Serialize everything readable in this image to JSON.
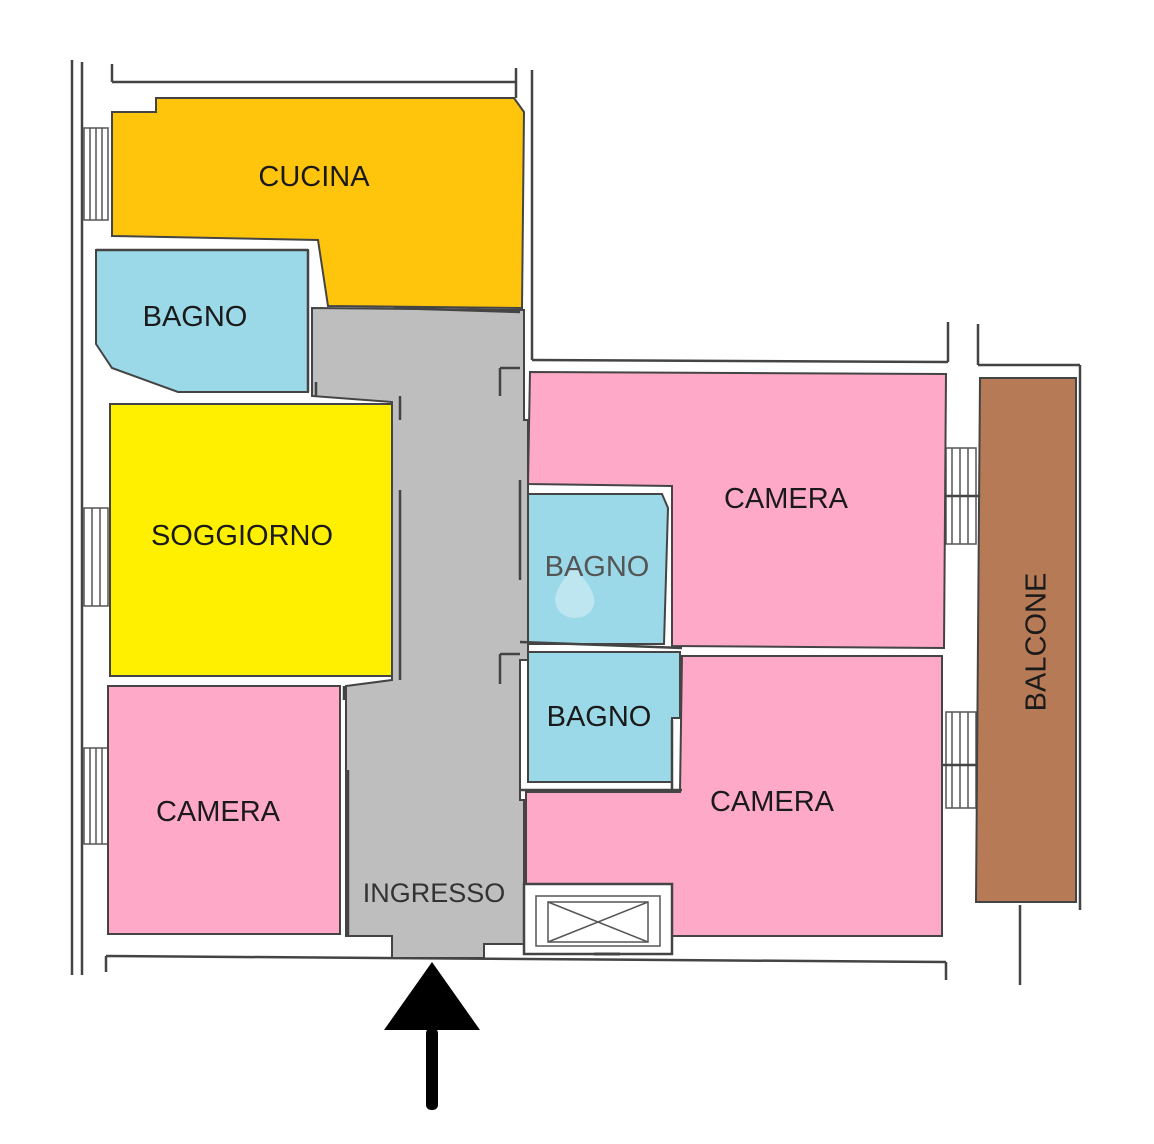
{
  "colors": {
    "cucina": "#FFC50D",
    "bagno": "#9BD9E8",
    "soggiorno": "#FFF000",
    "camera": "#FFA9C8",
    "ingresso": "#BEBEBE",
    "balcone": "#B67A56",
    "wall": "#444444",
    "arrow": "#000000"
  },
  "rooms": {
    "cucina": "CUCINA",
    "bagno_1": "BAGNO",
    "soggiorno": "SOGGIORNO",
    "camera_1": "CAMERA",
    "ingresso": "INGRESSO",
    "camera_2": "CAMERA",
    "bagno_2": "BAGNO",
    "bagno_3": "BAGNO",
    "camera_3": "CAMERA",
    "balcone": "BALCONE"
  },
  "icons": {
    "entrance": "entrance-arrow-icon",
    "stairwell": "stairwell-icon",
    "watermark": "watermark-drop-icon"
  }
}
